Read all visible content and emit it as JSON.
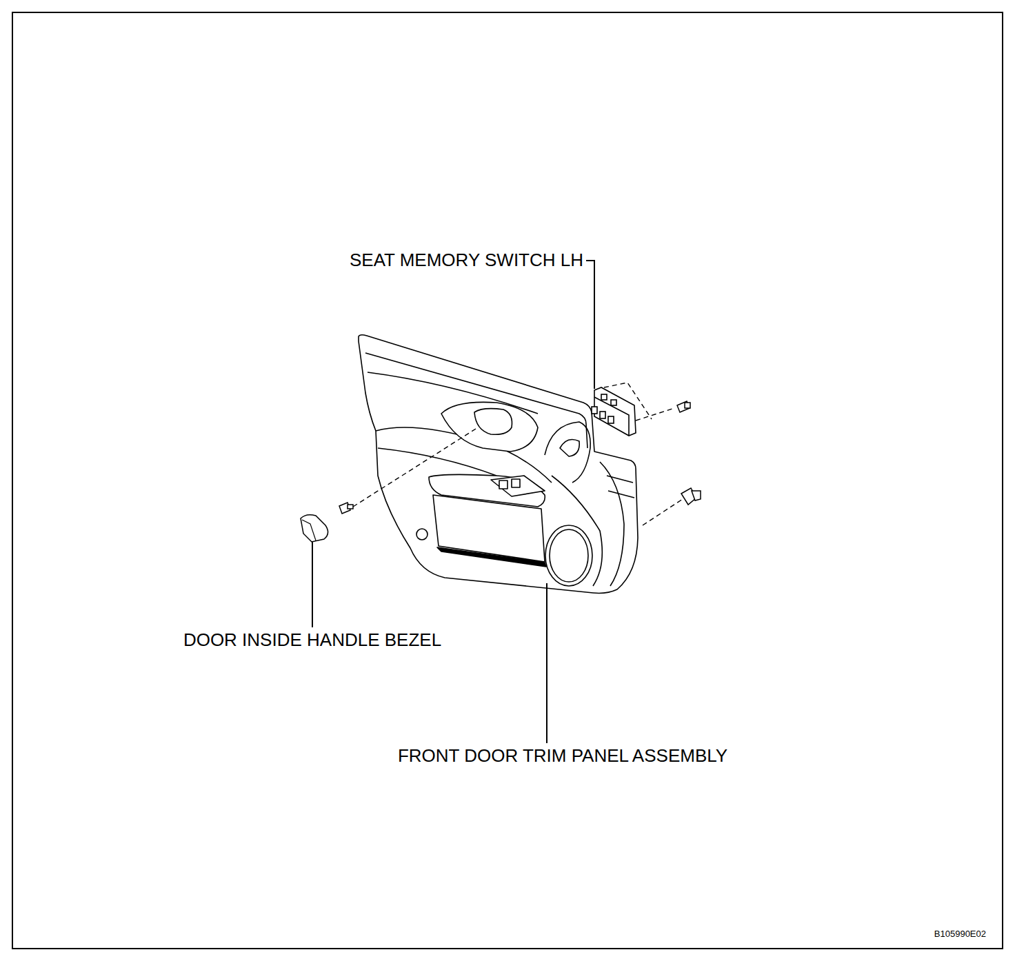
{
  "diagram": {
    "labels": [
      "SEAT MEMORY SWITCH LH",
      "DOOR INSIDE HANDLE BEZEL",
      "FRONT DOOR TRIM PANEL ASSEMBLY",
      "B105990E02"
    ]
  }
}
